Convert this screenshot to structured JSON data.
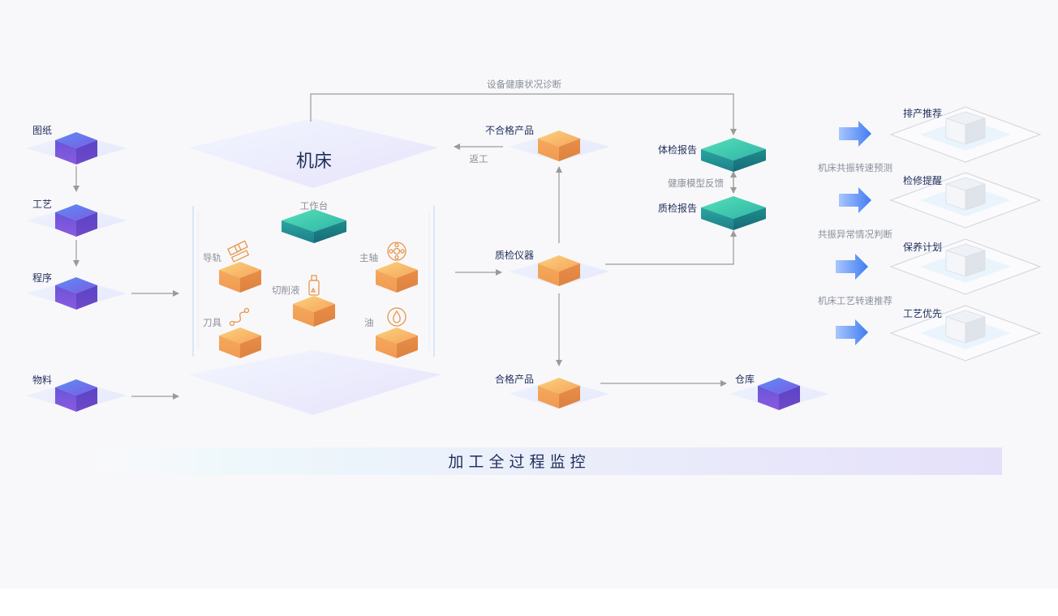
{
  "inputs": {
    "drawing": "图纸",
    "process": "工艺",
    "program": "程序",
    "material": "物料"
  },
  "machine": {
    "title": "机床",
    "table": "工作台",
    "rail": "导轨",
    "spindle": "主轴",
    "coolant": "切削液",
    "tool": "刀具",
    "oil": "油"
  },
  "flow": {
    "diagnosis": "设备健康状况诊断",
    "rework": "返工",
    "defective": "不合格产品",
    "inspector": "质检仪器",
    "qualified": "合格产品",
    "warehouse": "仓库",
    "body_report": "体检报告",
    "health_feedback": "健康模型反馈",
    "qc_report": "质检报告"
  },
  "outputs": [
    {
      "label": "排产推荐",
      "caption": "机床共振转速预测"
    },
    {
      "label": "检修提醒",
      "caption": "共振异常情况判断"
    },
    {
      "label": "保养计划",
      "caption": "机床工艺转速推荐"
    },
    {
      "label": "工艺优先",
      "caption": ""
    }
  ],
  "banner": "加 工 全 过 程 监 控",
  "colors": {
    "purple_top": "#5a7ef0",
    "orange_top": "#f8c46c",
    "teal_top": "#46d2b0",
    "arrow": "#9a9a9a",
    "text": "#1f2d5a"
  }
}
